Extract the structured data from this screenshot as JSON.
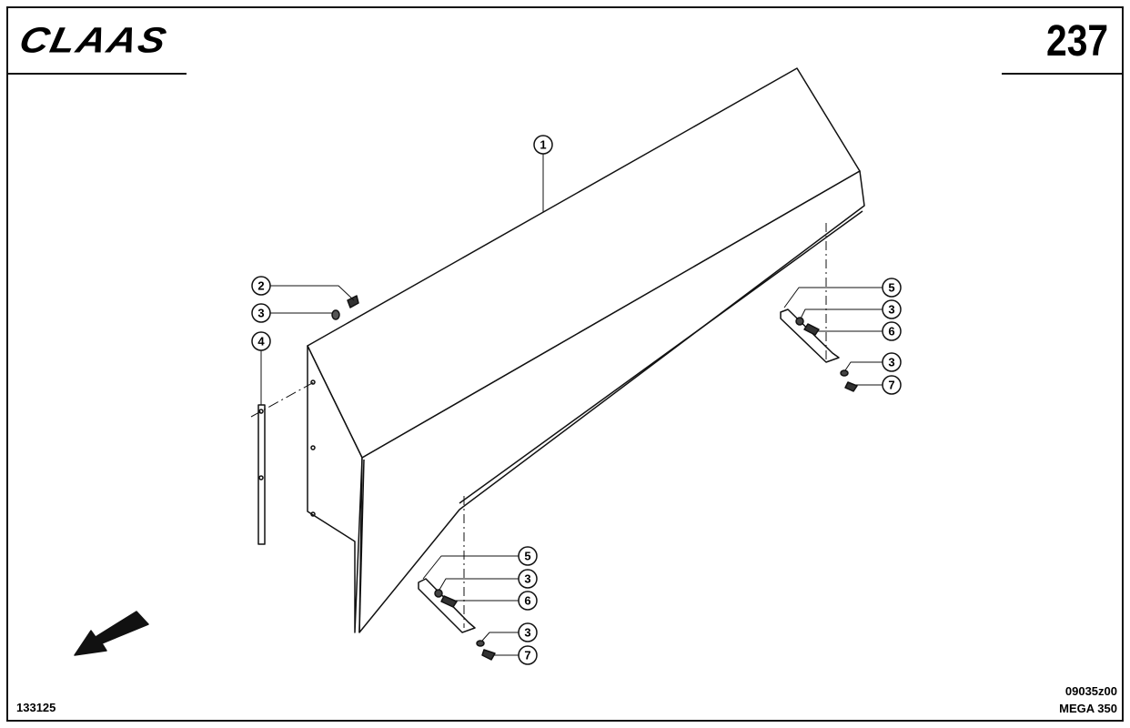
{
  "header": {
    "brand": "CLAAS",
    "page_number": "237"
  },
  "footer": {
    "left_code": "133125",
    "drawing_code": "09035z00",
    "model": "MEGA 350"
  },
  "callouts": [
    "1",
    "2",
    "3",
    "4",
    "5",
    "3",
    "6",
    "3",
    "7",
    "5",
    "3",
    "6",
    "3",
    "7"
  ]
}
